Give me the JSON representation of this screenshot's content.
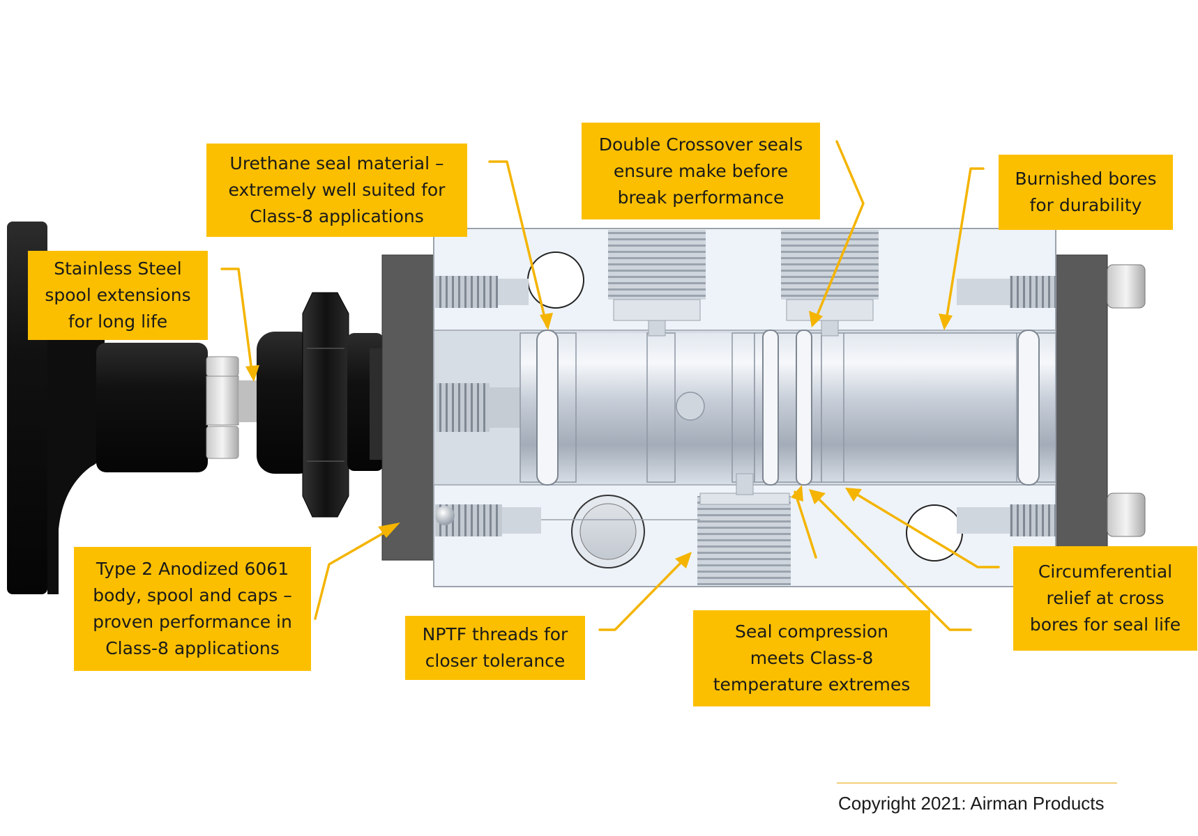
{
  "callouts": {
    "urethane": [
      "Urethane seal material –",
      "extremely well suited for",
      "Class-8 applications"
    ],
    "crossover": [
      "Double Crossover seals",
      "ensure make before",
      "break performance"
    ],
    "burnished": [
      "Burnished bores",
      "for durability"
    ],
    "stainless": [
      "Stainless Steel",
      "spool extensions",
      "for long life"
    ],
    "anodized": [
      "Type 2 Anodized 6061",
      "body, spool and caps –",
      "proven performance in",
      "Class-8 applications"
    ],
    "nptf": [
      "NPTF threads for",
      "closer tolerance"
    ],
    "compression": [
      "Seal compression",
      "meets Class-8",
      "temperature extremes"
    ],
    "circumferential": [
      "Circumferential",
      "relief at cross",
      "bores for seal life"
    ]
  },
  "copyright": "Copyright 2021: Airman Products",
  "colors": {
    "callout_fill": "#fbbf00",
    "leader_line": "#f4b400",
    "anodized_cap": "#555555",
    "knob": "#1c1c1c",
    "body": "#eef3f9"
  }
}
